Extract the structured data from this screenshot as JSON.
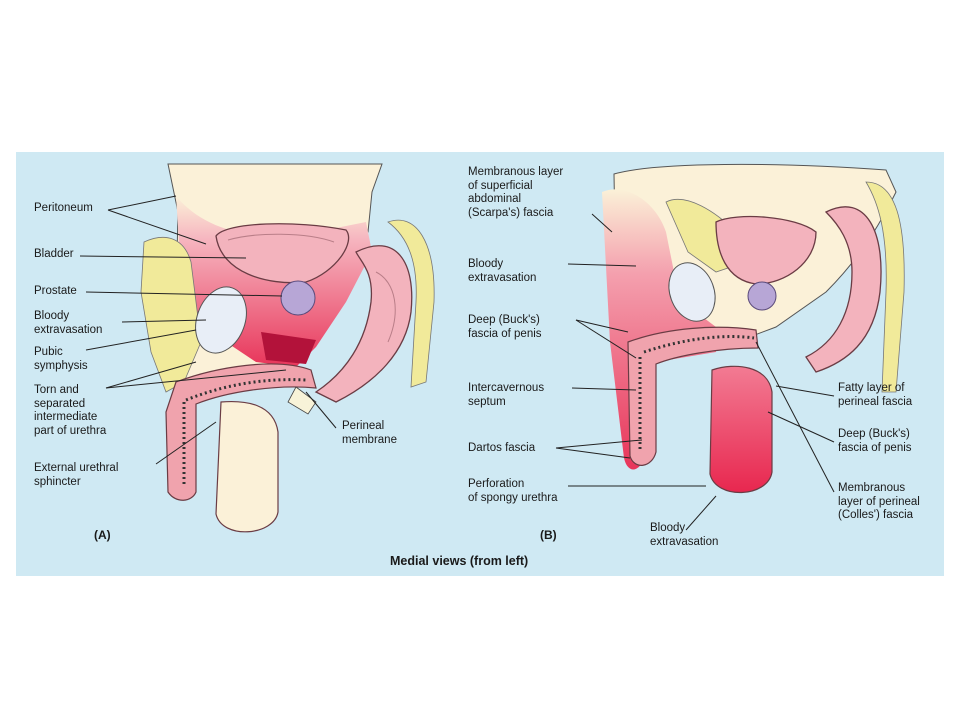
{
  "figure": {
    "caption": "Medial views (from left)",
    "panel_a": {
      "letter": "(A)",
      "labels": {
        "peritoneum": "Peritoneum",
        "bladder": "Bladder",
        "prostate": "Prostate",
        "bloody_extravasation": "Bloody\nextravasation",
        "pubic_symphysis": "Pubic\nsymphysis",
        "torn_urethra": "Torn and\nseparated\nintermediate\npart of urethra",
        "external_urethral_sphincter": "External urethral\nsphincter",
        "perineal_membrane": "Perineal\nmembrane"
      }
    },
    "panel_b": {
      "letter": "(B)",
      "labels": {
        "membranous_layer_scarpa": "Membranous layer\nof superficial\nabdominal\n(Scarpa's) fascia",
        "bloody_extravasation_top": "Bloody\nextravasation",
        "deep_bucks_fascia_left": "Deep (Buck's)\nfascia of penis",
        "intercavernous_septum": "Intercavernous\nseptum",
        "dartos_fascia": "Dartos fascia",
        "perforation_spongy_urethra": "Perforation\nof spongy urethra",
        "bloody_extravasation_bottom": "Bloody\nextravasation",
        "fatty_layer": "Fatty layer of\nperineal fascia",
        "deep_bucks_fascia_right": "Deep (Buck's)\nfascia of penis",
        "membranous_layer_colles": "Membranous\nlayer of perineal\n(Colles') fascia"
      }
    },
    "colors": {
      "background": "#cfe9f3",
      "extravasation": "#e83a5f",
      "tissue_pink": "#f0a3ad",
      "fat_yellow": "#f1ea9a",
      "skin_cream": "#fbf1d8",
      "prostate_purple": "#b7a6d6"
    }
  }
}
